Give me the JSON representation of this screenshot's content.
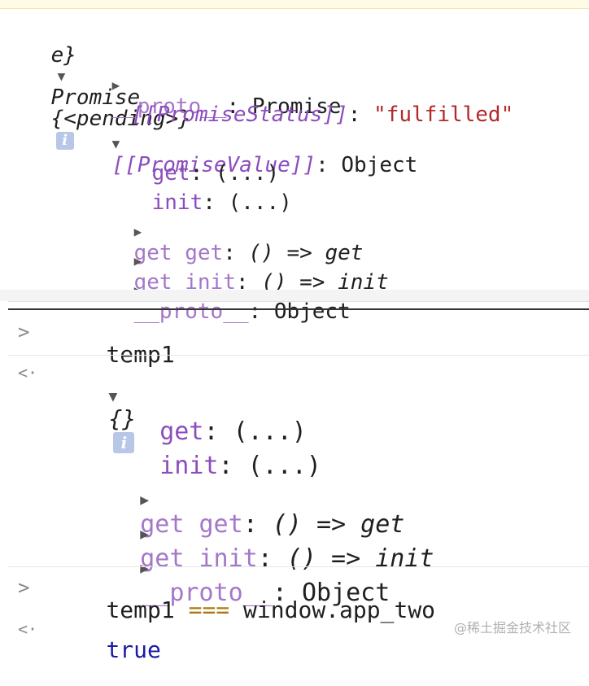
{
  "top": {
    "line1_prefix": "e}",
    "line1_promise": "Promise",
    "line1_pending": "{<pending>}",
    "info_icon": "i",
    "proto": "__proto__",
    "proto_value": "Promise",
    "status_key": "[[PromiseStatus]]",
    "status_value": "\"fulfilled\"",
    "value_key": "[[PromiseValue]]",
    "value_type": "Object",
    "prop_get": "get",
    "prop_get_val": "(...)",
    "prop_init": "init",
    "prop_init_val": "(...)",
    "getter_get_kw": "get",
    "getter_get_name": "get",
    "getter_get_fn": "() => get",
    "getter_init_kw": "get",
    "getter_init_name": "init",
    "getter_init_fn": "() => init",
    "proto2": "__proto__",
    "proto2_value": "Object"
  },
  "console": {
    "input1": "temp1",
    "output1_braces": "{}",
    "info_icon": "i",
    "prop_get": "get",
    "prop_get_val": "(...)",
    "prop_init": "init",
    "prop_init_val": "(...)",
    "getter_get_kw": "get",
    "getter_get_name": "get",
    "getter_get_fn": "() => get",
    "getter_init_kw": "get",
    "getter_init_name": "init",
    "getter_init_fn": "() => init",
    "proto": "__proto__",
    "proto_value": "Object",
    "input2_left": "temp1",
    "input2_op": "===",
    "input2_right": "window.app_two",
    "output2": "true"
  },
  "watermark": "@稀土掘金技术社区",
  "colors": {
    "property_purple": "#8c4dbd",
    "string_red": "#b22a2a",
    "keyword_gold": "#a87c12",
    "boolean_blue": "#1a1aa6",
    "info_badge": "#b8c7e8"
  }
}
